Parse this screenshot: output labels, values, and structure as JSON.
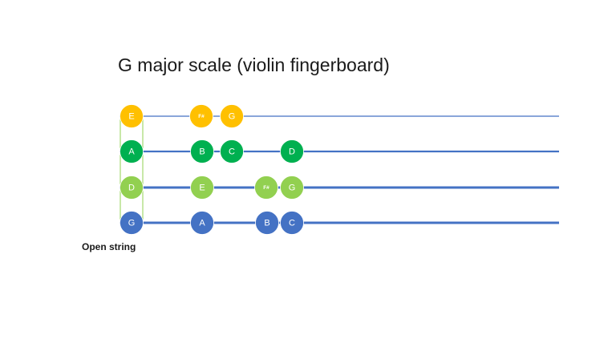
{
  "title": "G major scale (violin fingerboard)",
  "open_string_label": "Open string",
  "colors": {
    "E": "#ffc000",
    "A": "#00b050",
    "D": "#92d050",
    "G": "#4472c4",
    "open_bracket": "#92d050"
  },
  "strings": [
    {
      "id": "E",
      "notes": [
        {
          "label": "E",
          "open": true
        },
        {
          "label": "F#"
        },
        {
          "label": "G"
        }
      ]
    },
    {
      "id": "A",
      "notes": [
        {
          "label": "A",
          "open": true
        },
        {
          "label": "B"
        },
        {
          "label": "C"
        },
        {
          "label": "D"
        }
      ]
    },
    {
      "id": "D",
      "notes": [
        {
          "label": "D",
          "open": true
        },
        {
          "label": "E"
        },
        {
          "label": "F#"
        },
        {
          "label": "G"
        }
      ]
    },
    {
      "id": "G",
      "notes": [
        {
          "label": "G",
          "open": true
        },
        {
          "label": "A"
        },
        {
          "label": "B"
        },
        {
          "label": "C"
        }
      ]
    }
  ]
}
